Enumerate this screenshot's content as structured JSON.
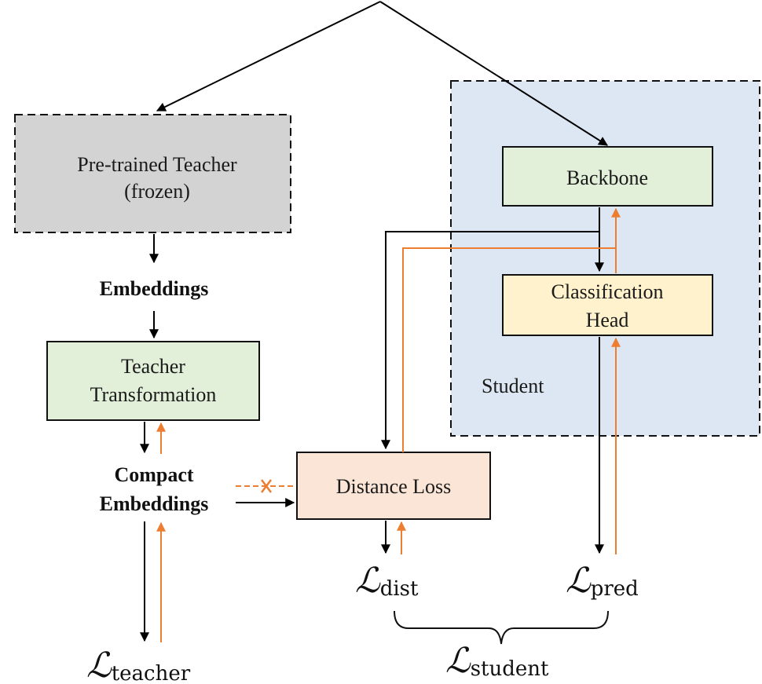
{
  "nodes": {
    "teacher": {
      "line1": "Pre-trained Teacher",
      "line2": "(frozen)",
      "fill": "#d4d3d3"
    },
    "embeddings": {
      "label": "Embeddings"
    },
    "transformation": {
      "line1": "Teacher",
      "line2": "Transformation",
      "fill": "#e2efd9"
    },
    "compact": {
      "line1": "Compact",
      "line2": "Embeddings"
    },
    "distance": {
      "label": "Distance Loss",
      "fill": "#fbe5d6"
    },
    "student_region": {
      "label": "Student",
      "fill": "#dce7f3"
    },
    "backbone": {
      "label": "Backbone",
      "fill": "#e2efd9"
    },
    "head": {
      "line1": "Classification",
      "line2": "Head",
      "fill": "#fff2cc"
    }
  },
  "losses": {
    "teacher": {
      "symbol": "ℒ",
      "sub": "teacher"
    },
    "dist": {
      "symbol": "ℒ",
      "sub": "dist"
    },
    "pred": {
      "symbol": "ℒ",
      "sub": "pred"
    },
    "student": {
      "symbol": "ℒ",
      "sub": "student"
    }
  },
  "colors": {
    "forward": "#000000",
    "backward": "#ed7d31"
  }
}
